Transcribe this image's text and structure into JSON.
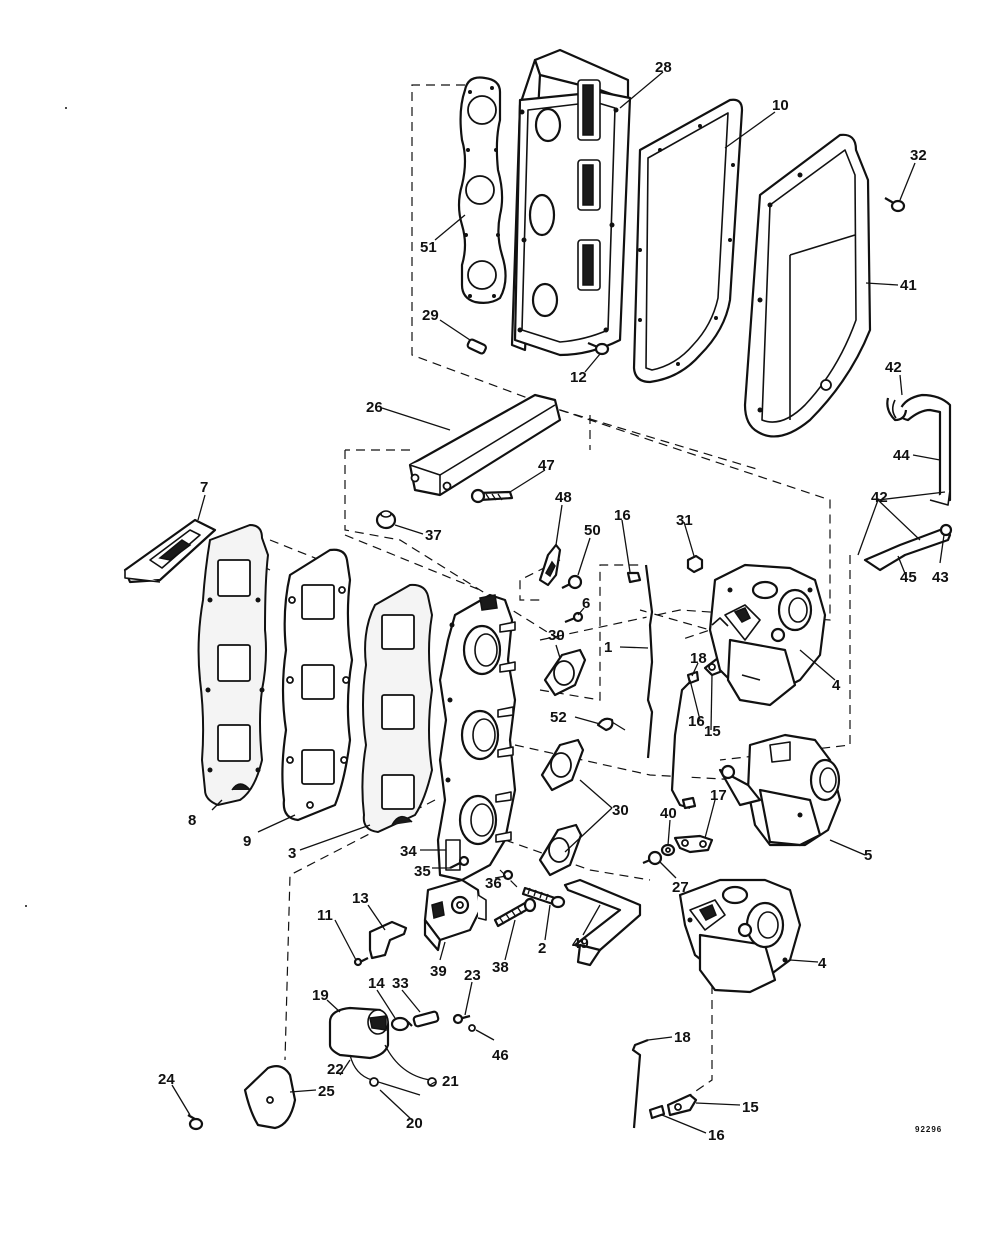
{
  "callouts": {
    "c28": "28",
    "c10": "10",
    "c32": "32",
    "c51": "51",
    "c41": "41",
    "c29": "29",
    "c12": "12",
    "c42a": "42",
    "c26": "26",
    "c44": "44",
    "c47": "47",
    "c7": "7",
    "c37": "37",
    "c48": "48",
    "c42b": "42",
    "c16a": "16",
    "c31": "31",
    "c50": "50",
    "c6": "6",
    "c43": "43",
    "c45": "45",
    "c30a": "30",
    "c1": "1",
    "c18a": "18",
    "c4a": "4",
    "c52": "52",
    "c16b": "16",
    "c15a": "15",
    "c30b": "30",
    "c17": "17",
    "c40": "40",
    "c8": "8",
    "c9": "9",
    "c3": "3",
    "c34": "34",
    "c35": "35",
    "c5": "5",
    "c36": "36",
    "c27": "27",
    "c13": "13",
    "c11": "11",
    "c49": "49",
    "c2": "2",
    "c38": "38",
    "c39": "39",
    "c4b": "4",
    "c19": "19",
    "c14": "14",
    "c33": "33",
    "c23": "23",
    "c46": "46",
    "c18b": "18",
    "c24": "24",
    "c22": "22",
    "c21": "21",
    "c25": "25",
    "c20": "20",
    "c15b": "15",
    "c16c": "16"
  },
  "figure_code": "92296"
}
